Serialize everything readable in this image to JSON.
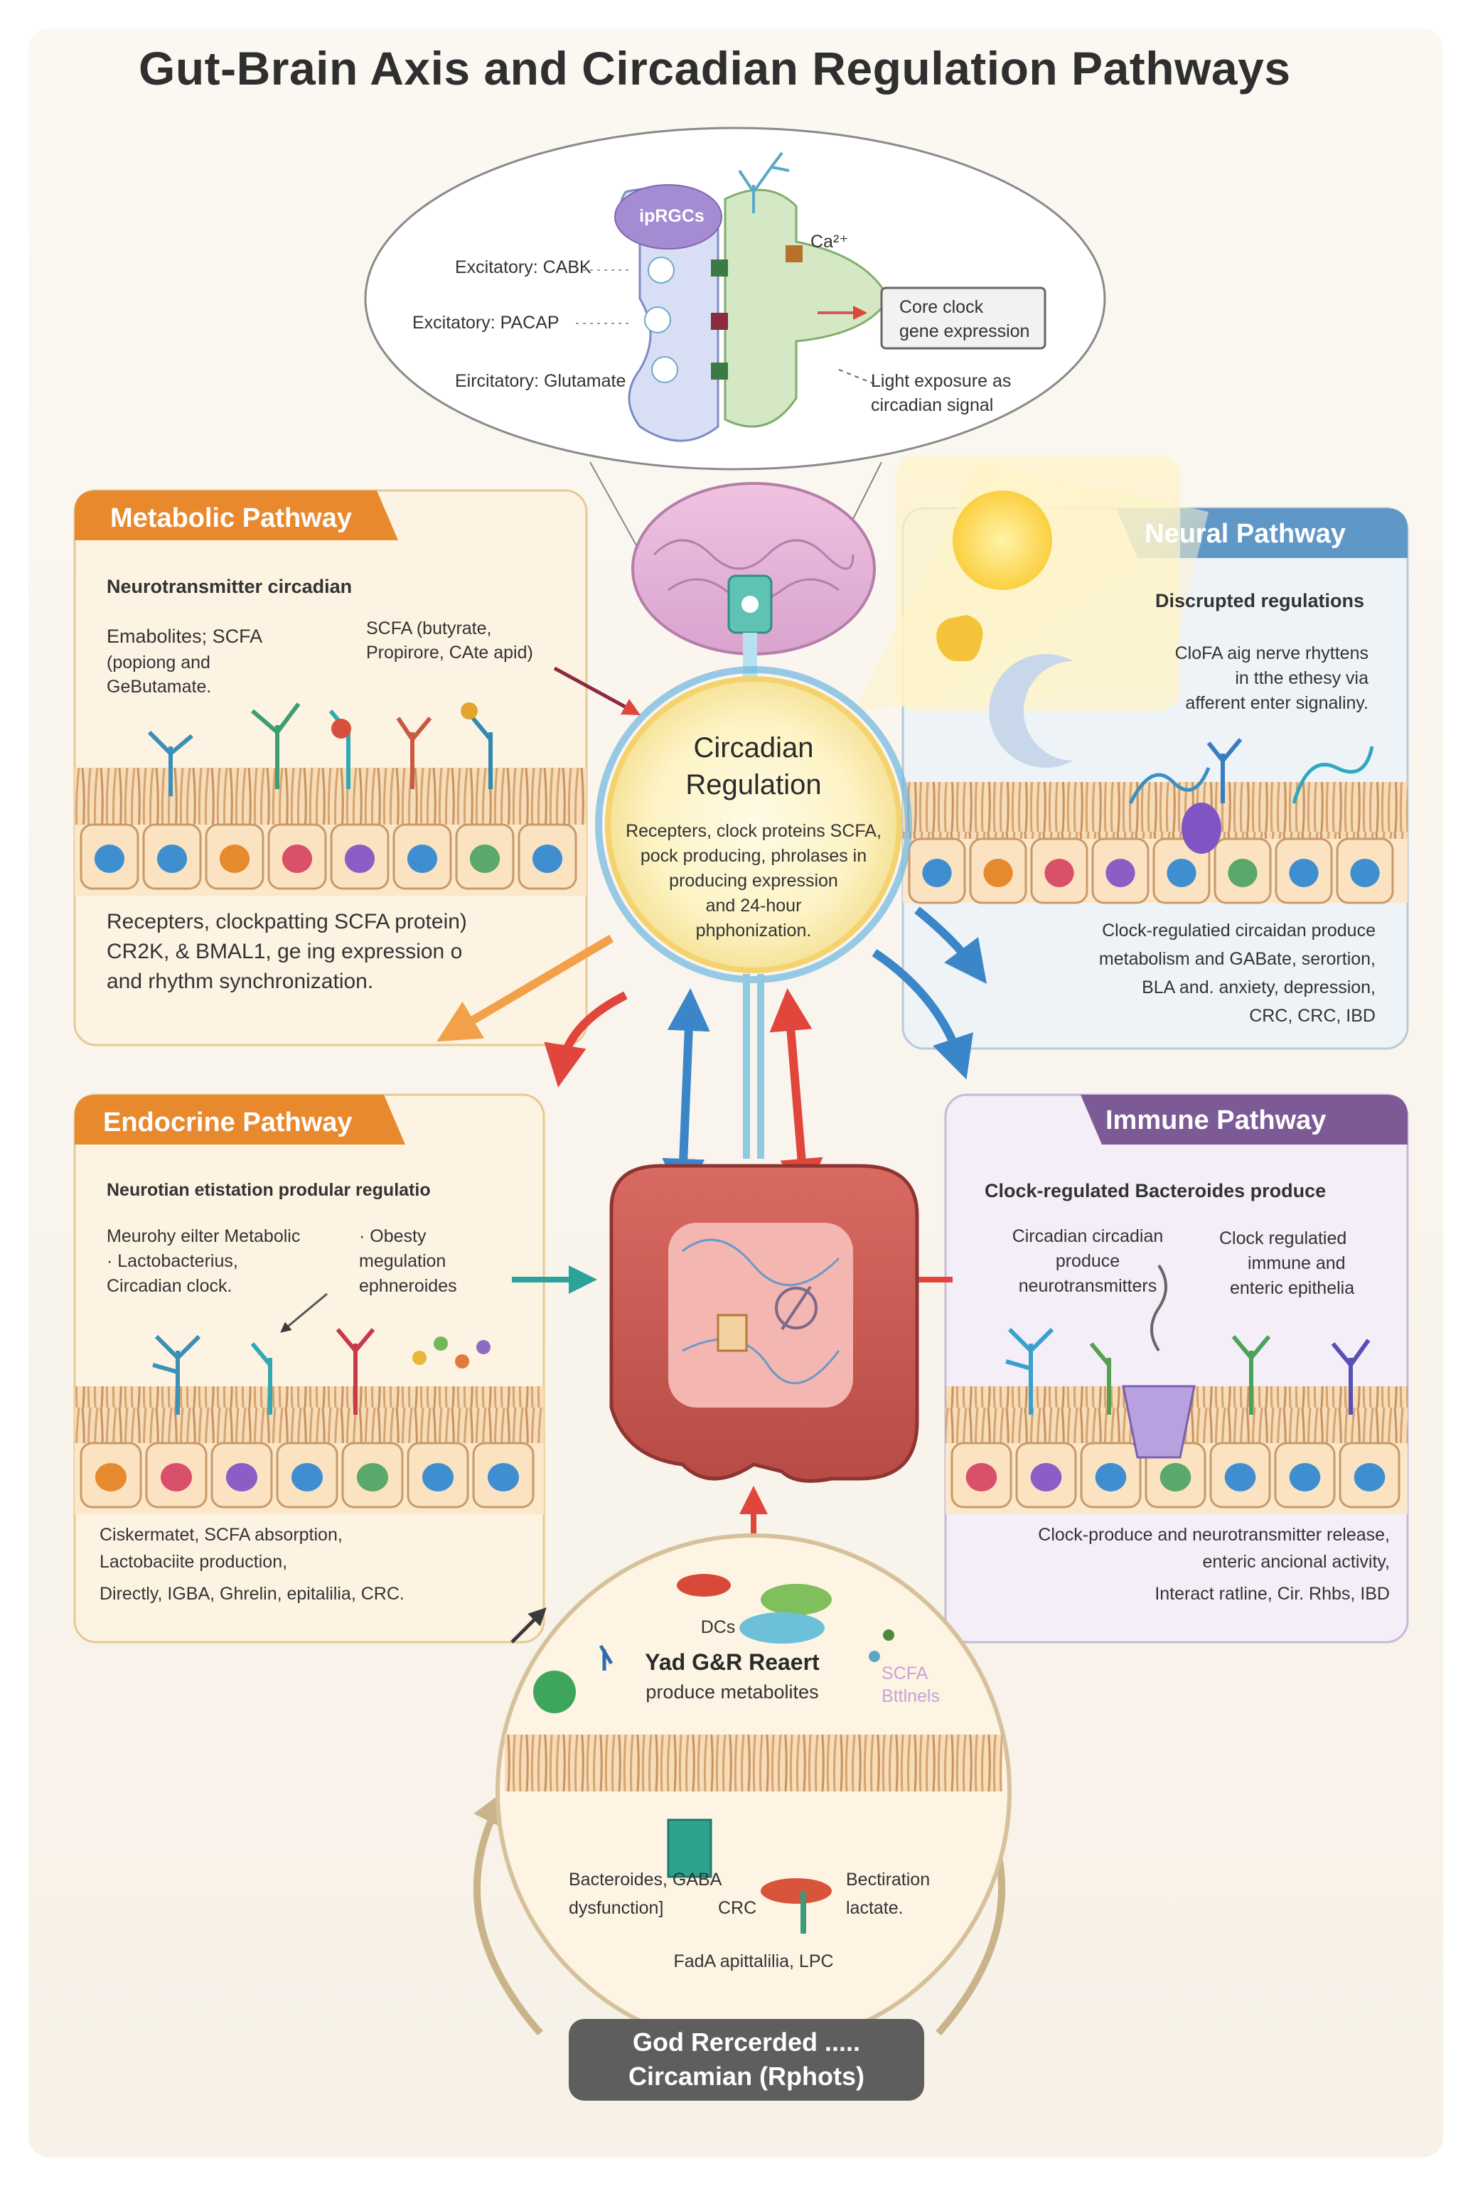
{
  "title": "Gut-Brain Axis and Circadian Regulation Pathways",
  "top_inset": {
    "ipRGCs": "ipRGCs",
    "ca": "Ca²⁺",
    "excitatory_cabk": "Excitatory: CABK",
    "excitatory_pacap": "Excitatory: PACAP",
    "excitatory_glutamate": "Eircitatory: Glutamate",
    "core_clock_1": "Core clock",
    "core_clock_2": "gene expression",
    "light_1": "Light exposure as",
    "light_2": "circadian signal"
  },
  "metabolic": {
    "header": "Metabolic Pathway",
    "heading": "Neurotransmitter circadian",
    "left_1": "Emabolites;  SCFA",
    "left_2": "(popiong and",
    "left_3": "GeButamate.",
    "right_1": "SCFA (butyrate,",
    "right_2": "Propirore, CAte apid)",
    "foot_1": "Recepters, clockpatting SCFA protein)",
    "foot_2": "CR2K, & BMAL1, ge ing expression o",
    "foot_3": "and rhythm synchronization."
  },
  "neural": {
    "header": "Neural Pathway",
    "heading": "Discrupted regulations",
    "text_1": "CloFA aig nerve rhyttens",
    "text_2": "in tthe ethesy via",
    "text_3": "afferent enter signaliny.",
    "foot_1": "Clock-regulatied circaidan produce",
    "foot_2": "metabolism and GABate, serortion,",
    "foot_3": "BLA and. anxiety, depression,",
    "foot_4": "CRC, CRC, IBD"
  },
  "center": {
    "title_1": "Circadian",
    "title_2": "Regulation",
    "text_1": "Recepters, clock proteins SCFA,",
    "text_2": "pock producing, phrolases in",
    "text_3": "producing expression",
    "text_4": "and 24-hour",
    "text_5": "phphonization."
  },
  "endocrine": {
    "header": "Endocrine Pathway",
    "heading": "Neurotian etistation prodular regulatio",
    "left_1": "Meurohy eilter Metabolic",
    "left_2": "· Lactobacterius,",
    "left_3": "Circadian clock.",
    "right_1": "· Obesty",
    "right_2": "megulation",
    "right_3": "ephneroides",
    "foot_1": "Ciskermatet, SCFA absorption,",
    "foot_2": "Lactobaciite production,",
    "foot_3": "Directly, IGBA, Ghrelin, epitalilia, CRC."
  },
  "immune": {
    "header": "Immune Pathway",
    "heading": "Clock-regulated Bacteroides produce",
    "left_1": "Circadian circadian",
    "left_2": "produce",
    "left_3": "neurotransmitters",
    "right_1": "Clock regulatied",
    "right_2": "immune and",
    "right_3": "enteric epithelia",
    "foot_1": "Clock-produce and neurotransmitter release,",
    "foot_2": "enteric ancional activity,",
    "foot_3": "Interact ratline, Cir. Rhbs, IBD"
  },
  "bottom": {
    "dcs": "DCs",
    "title_1": "Yad G&R Reaert",
    "title_2": "produce metabolites",
    "side_1": "SCFA",
    "side_2": "Bttlnels",
    "foot_l1": "Bacteroides, GABA",
    "foot_l2": "dysfunction]",
    "foot_crc": "CRC",
    "foot_r1": "Bectiration",
    "foot_r2": "lactate.",
    "foot_3": "FadA apittalilia, LPC"
  },
  "pill": {
    "line_1": "God Rercerded .....",
    "line_2": "Circamian (Rphots)"
  }
}
